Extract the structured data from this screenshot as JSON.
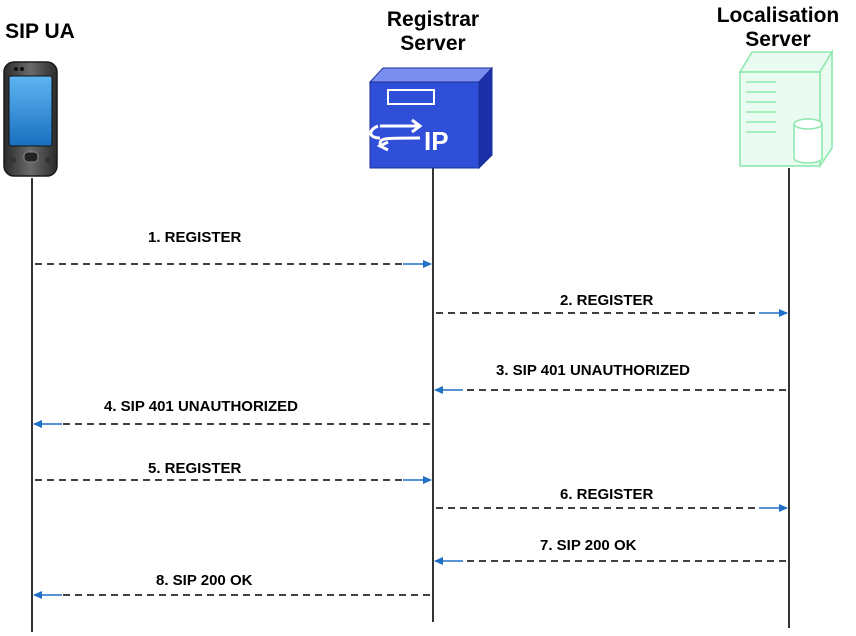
{
  "actors": [
    {
      "id": "ua",
      "title": "SIP UA",
      "icon": "mobile-phone-icon"
    },
    {
      "id": "registrar",
      "title": "Registrar\nServer",
      "icon": "sip-server-icon",
      "icon_text": "IP"
    },
    {
      "id": "localisation",
      "title": "Localisation\nServer",
      "icon": "database-server-icon"
    }
  ],
  "messages": [
    {
      "n": 1,
      "label": "1. REGISTER",
      "from": "ua",
      "to": "registrar"
    },
    {
      "n": 2,
      "label": "2. REGISTER",
      "from": "registrar",
      "to": "localisation"
    },
    {
      "n": 3,
      "label": "3. SIP 401 UNAUTHORIZED",
      "from": "localisation",
      "to": "registrar"
    },
    {
      "n": 4,
      "label": "4. SIP 401 UNAUTHORIZED",
      "from": "registrar",
      "to": "ua"
    },
    {
      "n": 5,
      "label": "5. REGISTER",
      "from": "ua",
      "to": "registrar"
    },
    {
      "n": 6,
      "label": "6. REGISTER",
      "from": "registrar",
      "to": "localisation"
    },
    {
      "n": 7,
      "label": "7. SIP 200 OK",
      "from": "localisation",
      "to": "registrar"
    },
    {
      "n": 8,
      "label": "8. SIP 200 OK",
      "from": "registrar",
      "to": "ua"
    }
  ],
  "colors": {
    "arrow_head": "#1f6fc6",
    "dash": "#000000",
    "server_blue": "#2f4fd8",
    "db_server_green": "#8fe8b0"
  }
}
